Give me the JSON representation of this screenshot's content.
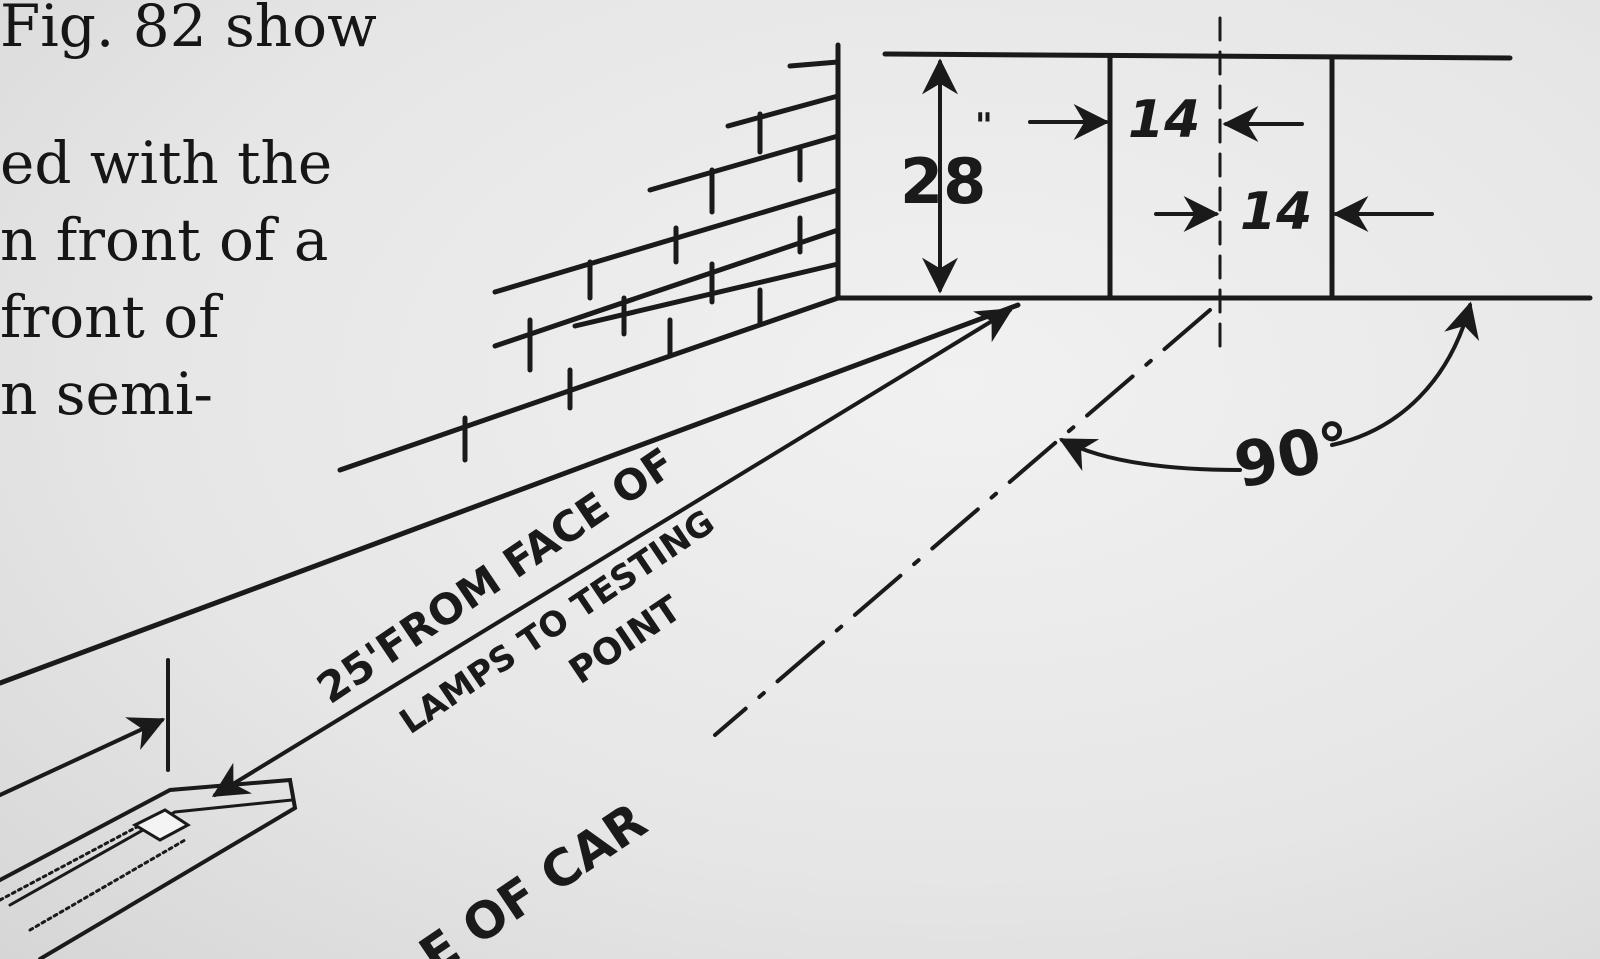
{
  "body_text": {
    "lines": [
      "Fig. 82 show",
      "ed  with  the",
      "n front  of  a",
      "front  of",
      "n  semi-"
    ]
  },
  "diagram": {
    "height_value": "28",
    "height_unit": "\"",
    "offset_left": "14",
    "offset_right": "14",
    "angle": "90°",
    "distance_line1": "25'FROM  FACE  OF",
    "distance_line2": "LAMPS TO TESTING",
    "distance_line3": "POINT",
    "car_label": "E OF CAR"
  },
  "colors": {
    "ink": "#1a1a1a",
    "paper": "#ececec"
  }
}
